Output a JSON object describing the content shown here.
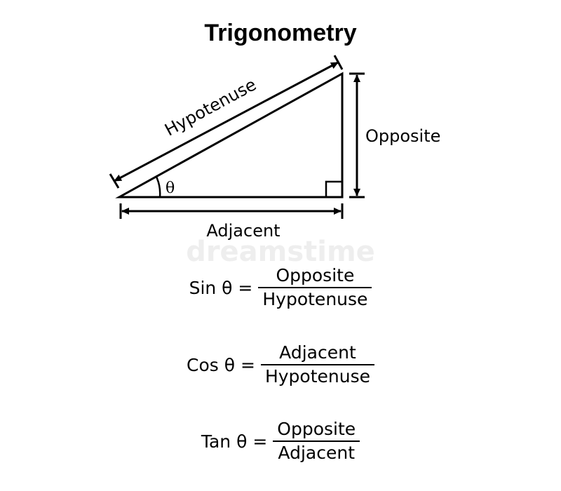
{
  "title": "Trigonometry",
  "diagram": {
    "hypotenuse_label": "Hypotenuse",
    "opposite_label": "Opposite",
    "adjacent_label": "Adjacent",
    "angle_label": "θ",
    "line_color": "#000000",
    "watermark_text": "dreamstime",
    "watermark_color": "#e6e6e6"
  },
  "formulas": [
    {
      "lhs": "Sin θ =",
      "numerator": "Opposite",
      "denominator": "Hypotenuse"
    },
    {
      "lhs": "Cos θ =",
      "numerator": "Adjacent",
      "denominator": "Hypotenuse"
    },
    {
      "lhs": "Tan θ =",
      "numerator": "Opposite",
      "denominator": "Adjacent"
    }
  ]
}
